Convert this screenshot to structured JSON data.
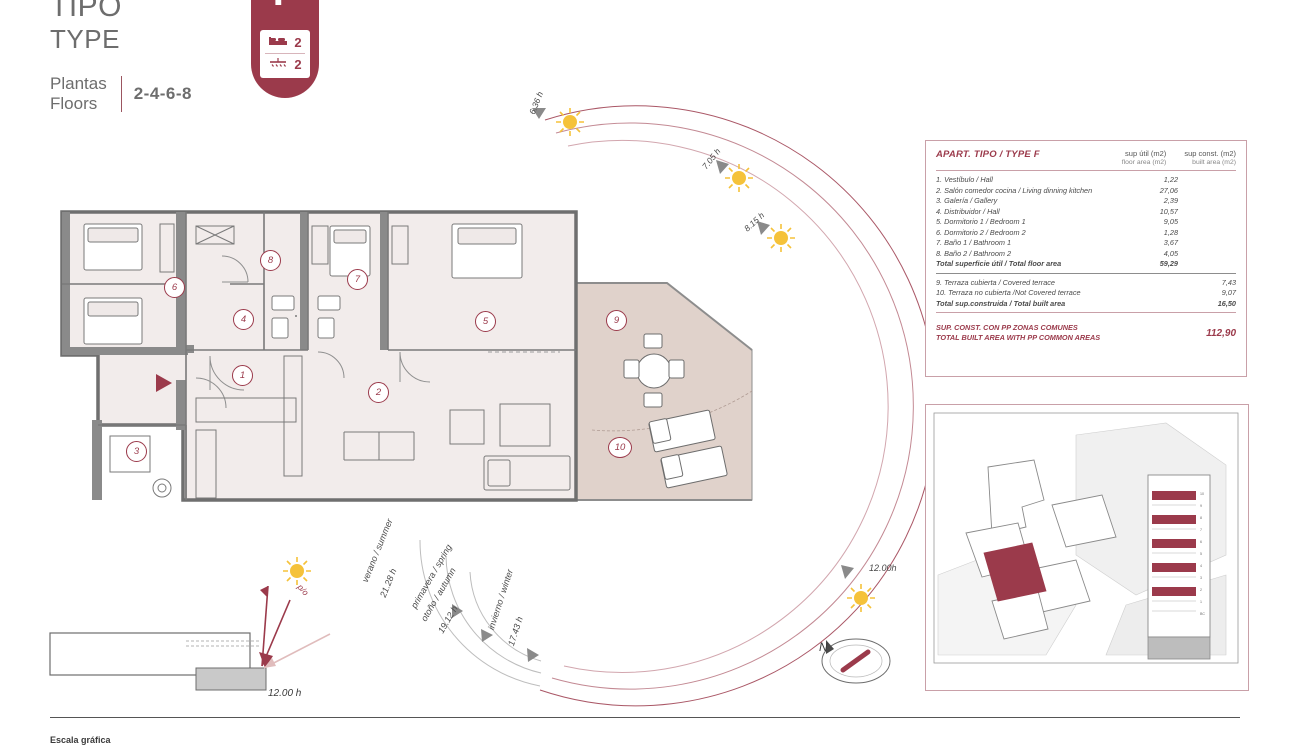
{
  "header": {
    "tipo": "TIPO",
    "type": "TYPE",
    "plantas": "Plantas",
    "floors": "Floors",
    "floors_value": "2-4-6-8"
  },
  "badge": {
    "letter": "F",
    "bedrooms": "2",
    "bathrooms": "2",
    "bed_icon": "bed-icon",
    "bath_icon": "shower-icon"
  },
  "table": {
    "title": "APART. TIPO / TYPE F",
    "col1": "sup útil (m2)",
    "col1_sub": "floor area (m2)",
    "col2": "sup const. (m2)",
    "col2_sub": "built area (m2)",
    "rows": [
      {
        "label": "1. Vestíbulo / Hall",
        "v1": "1,22",
        "v2": ""
      },
      {
        "label": "2. Salón comedor cocina / Living dinning kitchen",
        "v1": "27,06",
        "v2": ""
      },
      {
        "label": "3. Galería / Gallery",
        "v1": "2,39",
        "v2": ""
      },
      {
        "label": "4. Distribuidor / Hall",
        "v1": "10,57",
        "v2": ""
      },
      {
        "label": "5. Dormitorio 1 / Bedroom 1",
        "v1": "9,05",
        "v2": ""
      },
      {
        "label": "6. Dormitorio 2 / Bedroom 2",
        "v1": "1,28",
        "v2": ""
      },
      {
        "label": "7. Baño 1 / Bathroom 1",
        "v1": "3,67",
        "v2": ""
      },
      {
        "label": "8. Baño 2 / Bathroom 2",
        "v1": "4,05",
        "v2": ""
      }
    ],
    "total_floor": {
      "label": "Total superficie útil / Total floor area",
      "v1": "59,29",
      "v2": ""
    },
    "terrace_rows": [
      {
        "label": "9. Terraza cubierta / Covered terrace",
        "v1": "",
        "v2": "7,43"
      },
      {
        "label": "10. Terraza no cubierta /Not Covered terrace",
        "v1": "",
        "v2": "9,07"
      }
    ],
    "total_built": {
      "label": "Total sup.construida / Total built area",
      "v1": "",
      "v2": "16,50"
    },
    "common_line1": "SUP. CONST. CON PP ZONAS COMUNES",
    "common_line2": "TOTAL BUILT AREA WITH PP COMMON AREAS",
    "common_value": "112,90"
  },
  "plan_numbers": [
    "1",
    "2",
    "3",
    "4",
    "5",
    "6",
    "7",
    "8",
    "9",
    "10"
  ],
  "sun": {
    "hours": [
      {
        "label": "6.36 h"
      },
      {
        "label": "7.05 h"
      },
      {
        "label": "8.15 h"
      },
      {
        "label": "12.00h"
      }
    ],
    "seasons": [
      {
        "name": "verano / summer",
        "hours": "21.28 h"
      },
      {
        "name": "primavera / spring",
        "name2": "otoño / autumn",
        "hours": "19.12 h"
      },
      {
        "name": "invierno / winter",
        "hours": "17.43 h"
      }
    ],
    "po_label": "p/o",
    "north_label": "N",
    "small_north_label": "N"
  },
  "bottom": {
    "time_label": "12.00 h",
    "scale_label": "Escala gráfica"
  },
  "colors": {
    "brand": "#9b3a4b",
    "panel_border": "#c9a0a8",
    "text": "#4a4a4a",
    "wall": "#6a6a6a",
    "terrace_fill": "#e3d5cf",
    "room_fill": "#f2eceb"
  }
}
